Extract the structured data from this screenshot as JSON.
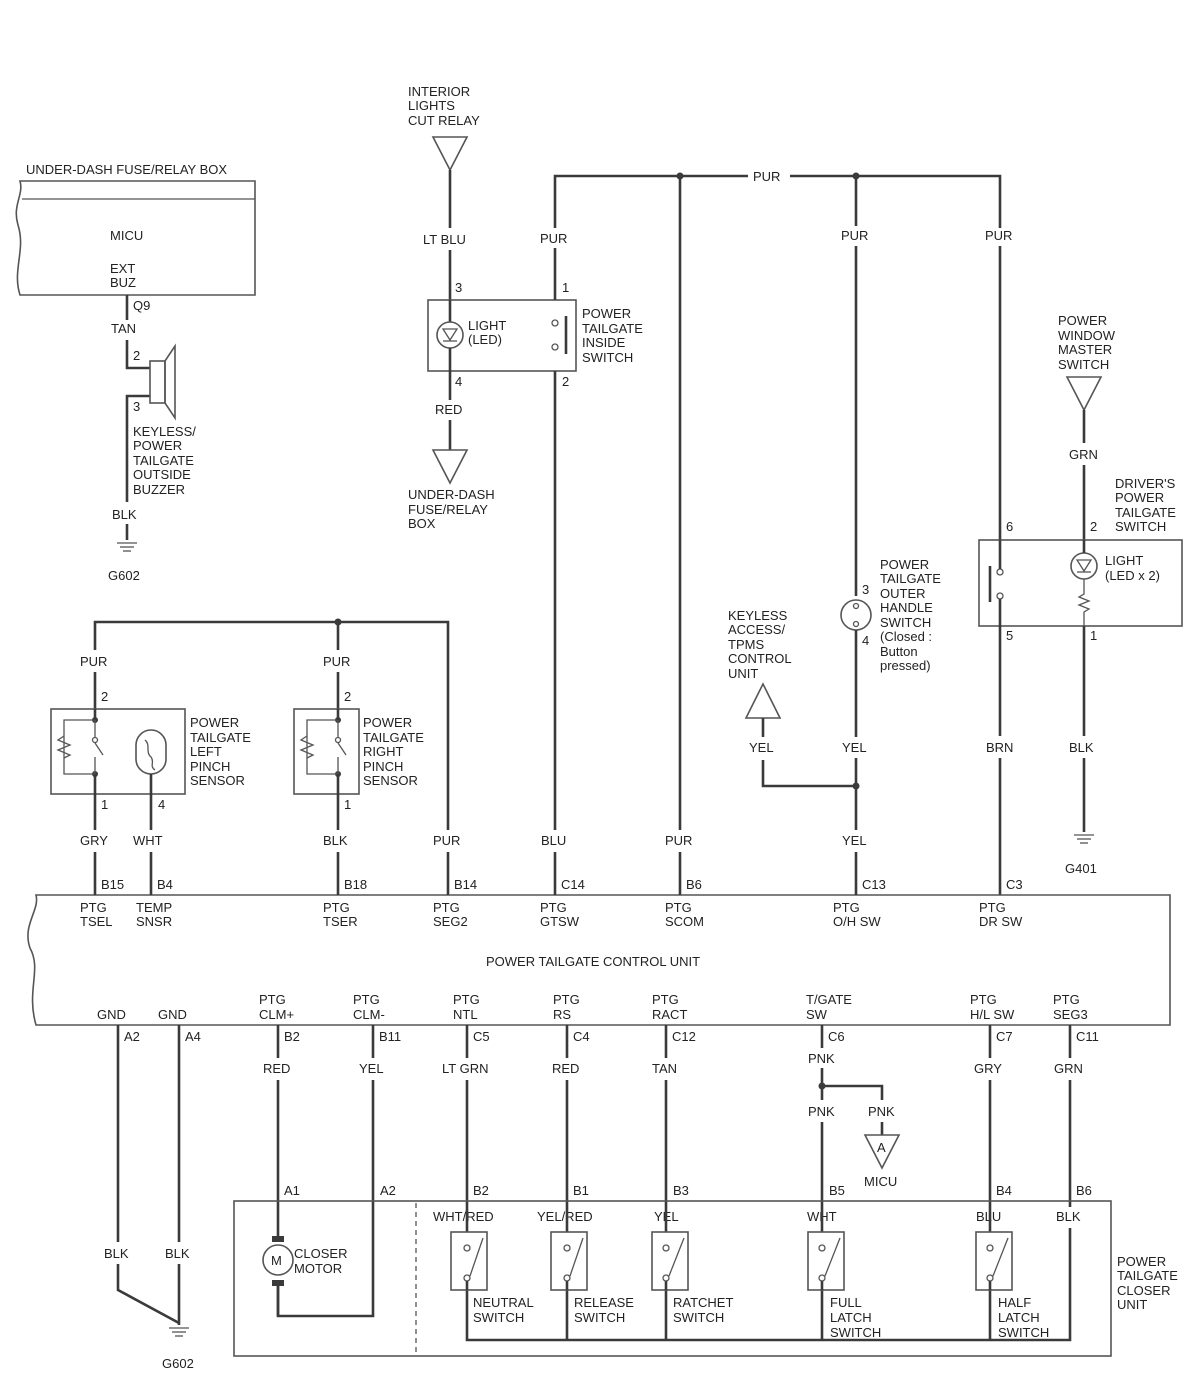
{
  "fuse_box": {
    "title": "UNDER-DASH FUSE/RELAY BOX",
    "module": "MICU",
    "terminal": [
      "EXT",
      "BUZ"
    ],
    "pin": "Q9"
  },
  "buzzer": {
    "wire_in": "TAN",
    "pin_top": "2",
    "pin_bottom": "3",
    "name": [
      "KEYLESS/",
      "POWER",
      "TAILGATE",
      "OUTSIDE",
      "BUZZER"
    ],
    "wire_out": "BLK",
    "ground": "G602"
  },
  "interior_relay": {
    "name": [
      "INTERIOR",
      "LIGHTS",
      "CUT RELAY"
    ],
    "wire": "LT BLU"
  },
  "inside_switch": {
    "pin_light_top": "3",
    "pin_light_bottom": "4",
    "pin_sw_top": "1",
    "pin_sw_bottom": "2",
    "light": [
      "LIGHT",
      "(LED)"
    ],
    "name": [
      "POWER",
      "TAILGATE",
      "INSIDE",
      "SWITCH"
    ],
    "wire_left": "RED",
    "wire_sw": "PUR"
  },
  "fuse_box_bottom": {
    "name": [
      "UNDER-DASH",
      "FUSE/RELAY",
      "BOX"
    ]
  },
  "pur_bus": {
    "label": "PUR",
    "drop_outer": "PUR",
    "drop_driver": "PUR"
  },
  "outer_handle": {
    "pin_top": "3",
    "pin_bottom": "4",
    "name": [
      "POWER",
      "TAILGATE",
      "OUTER",
      "HANDLE",
      "SWITCH",
      "(Closed :",
      "Button",
      "pressed)"
    ]
  },
  "keyless": {
    "name": [
      "KEYLESS",
      "ACCESS/",
      "TPMS",
      "CONTROL",
      "UNIT"
    ],
    "wire": "YEL"
  },
  "window_master": {
    "name": [
      "POWER",
      "WINDOW",
      "MASTER",
      "SWITCH"
    ],
    "wire": "GRN"
  },
  "driver_switch": {
    "name": [
      "DRIVER'S",
      "POWER",
      "TAILGATE",
      "SWITCH"
    ],
    "pin_6": "6",
    "pin_5": "5",
    "pin_2": "2",
    "pin_1": "1",
    "light": [
      "LIGHT",
      "(LED x 2)"
    ],
    "wire_sw": "BRN",
    "wire_light": "BLK",
    "ground": "G401"
  },
  "pinch_left": {
    "wire_in": "PUR",
    "pin_top": "2",
    "pin_1": "1",
    "pin_4": "4",
    "name": [
      "POWER",
      "TAILGATE",
      "LEFT",
      "PINCH",
      "SENSOR"
    ]
  },
  "pinch_right": {
    "wire_in": "PUR",
    "pin_top": "2",
    "pin_1": "1",
    "name": [
      "POWER",
      "TAILGATE",
      "RIGHT",
      "PINCH",
      "SENSOR"
    ]
  },
  "control_unit": {
    "title": "POWER TAILGATE CONTROL UNIT",
    "top_pins": [
      {
        "wire": "GRY",
        "pin": "B15",
        "label": [
          "PTG",
          "TSEL"
        ]
      },
      {
        "wire": "WHT",
        "pin": "B4",
        "label": [
          "TEMP",
          "SNSR"
        ]
      },
      {
        "wire": "BLK",
        "pin": "B18",
        "label": [
          "PTG",
          "TSER"
        ]
      },
      {
        "wire": "PUR",
        "pin": "B14",
        "label": [
          "PTG",
          "SEG2"
        ]
      },
      {
        "wire": "BLU",
        "pin": "C14",
        "label": [
          "PTG",
          "GTSW"
        ]
      },
      {
        "wire": "PUR",
        "pin": "B6",
        "label": [
          "PTG",
          "SCOM"
        ]
      },
      {
        "wire": "YEL",
        "pin": "C13",
        "label": [
          "PTG",
          "O/H SW"
        ]
      },
      {
        "wire": "",
        "pin": "C3",
        "label": [
          "PTG",
          "DR SW"
        ]
      }
    ],
    "bottom_pins": [
      {
        "label": [
          "",
          "GND"
        ],
        "pin": "A2",
        "wire": "BLK"
      },
      {
        "label": [
          "",
          "GND"
        ],
        "pin": "A4",
        "wire": "BLK"
      },
      {
        "label": [
          "PTG",
          "CLM+"
        ],
        "pin": "B2",
        "wire": "RED"
      },
      {
        "label": [
          "PTG",
          "CLM-"
        ],
        "pin": "B11",
        "wire": "YEL"
      },
      {
        "label": [
          "PTG",
          "NTL"
        ],
        "pin": "C5",
        "wire": "LT GRN"
      },
      {
        "label": [
          "PTG",
          "RS"
        ],
        "pin": "C4",
        "wire": "RED"
      },
      {
        "label": [
          "PTG",
          "RACT"
        ],
        "pin": "C12",
        "wire": "TAN"
      },
      {
        "label": [
          "T/GATE",
          "SW"
        ],
        "pin": "C6",
        "wire": "PNK"
      },
      {
        "label": [
          "PTG",
          "H/L SW"
        ],
        "pin": "C7",
        "wire": "GRY"
      },
      {
        "label": [
          "PTG",
          "SEG3"
        ],
        "pin": "C11",
        "wire": "GRN"
      }
    ]
  },
  "ground_bottom": "G602",
  "micu_branch": {
    "wire_left": "PNK",
    "wire_right": "PNK",
    "connector": "A",
    "name": "MICU"
  },
  "closer_unit": {
    "name": [
      "POWER",
      "TAILGATE",
      "CLOSER",
      "UNIT"
    ],
    "motor": {
      "pin_plus": "A1",
      "pin_minus": "A2",
      "symbol": "M",
      "name": [
        "CLOSER",
        "MOTOR"
      ]
    },
    "switches": [
      {
        "pin": "B2",
        "wire": "WHT/RED",
        "name": [
          "NEUTRAL",
          "SWITCH"
        ]
      },
      {
        "pin": "B1",
        "wire": "YEL/RED",
        "name": [
          "RELEASE",
          "SWITCH"
        ]
      },
      {
        "pin": "B3",
        "wire": "YEL",
        "name": [
          "RATCHET",
          "SWITCH"
        ]
      },
      {
        "pin": "B5",
        "wire": "WHT",
        "name": [
          "FULL",
          "LATCH",
          "SWITCH"
        ]
      },
      {
        "pin": "B4",
        "wire": "BLU",
        "name": [
          "HALF",
          "LATCH",
          "SWITCH"
        ]
      }
    ],
    "ground_pin": "B6",
    "ground_wire": "BLK"
  }
}
